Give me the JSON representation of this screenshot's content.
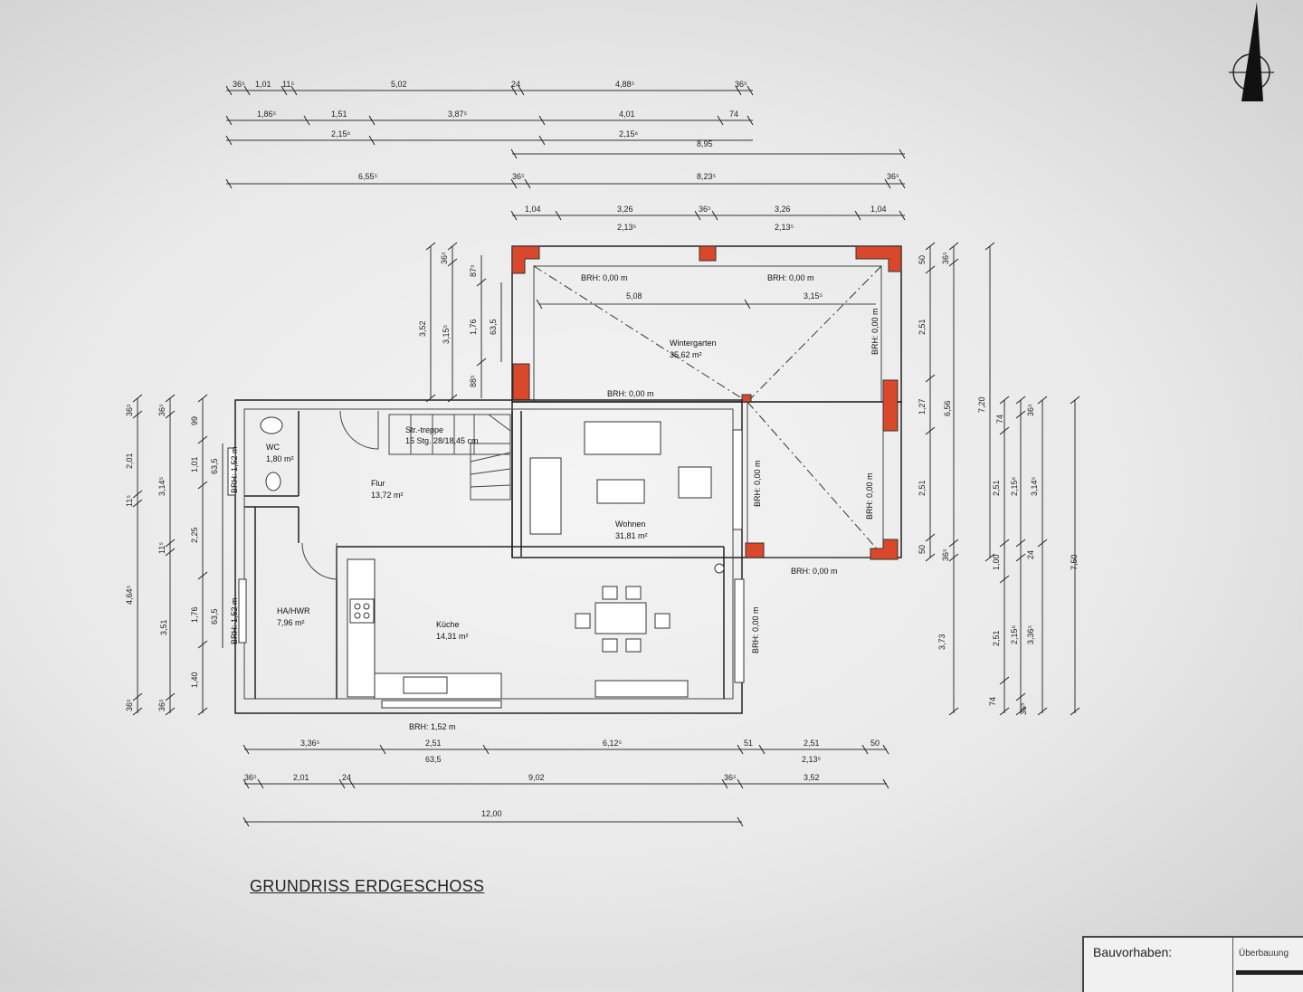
{
  "title": "GRUNDRISS ERDGESCHOSS",
  "info": {
    "label": "Bauvorhaben:",
    "sub": "Überbauung"
  },
  "rooms": {
    "wc": {
      "name": "WC",
      "area": "1,80 m²"
    },
    "flur": {
      "name": "Flur",
      "area": "13,72 m²"
    },
    "stair": {
      "name": "Str.-treppe",
      "info": "15 Stg. 28/18,45 cm"
    },
    "wohnen": {
      "name": "Wohnen",
      "area": "31,81 m²"
    },
    "wintergarten": {
      "name": "Wintergarten",
      "area": "35,62 m²"
    },
    "hahwr": {
      "name": "HA/HWR",
      "area": "7,96 m²"
    },
    "kueche": {
      "name": "Küche",
      "area": "14,31 m²"
    }
  },
  "brh": {
    "wg_top_left": "BRH: 0,00 m",
    "wg_top_right": "BRH: 0,00 m",
    "wg_bottom_edge": "BRH: 0,00 m",
    "wg_right_upper": "BRH: 0,00 m",
    "wg_right_lower": "BRH: 0,00 m",
    "wg_left_inner": "BRH: 0,00 m",
    "wg_below": "BRH: 0,00 m",
    "kitchen_right": "BRH: 0,00 m",
    "wc_window": "BRH: 1,52 m",
    "hwr_window": "BRH: 1,52 m",
    "kitchen_bottom": "BRH: 1,52 m"
  },
  "dims_top": {
    "r1": [
      "36⁵",
      "1,01",
      "11⁵",
      "5,02",
      "24",
      "4,88⁵",
      "36⁵"
    ],
    "r2": [
      "1,86⁵",
      "1,51",
      "3,87⁵",
      "4,01",
      "74"
    ],
    "r3": [
      "2,15⁶",
      "2,15⁶",
      "8,95"
    ],
    "r4": [
      "6,55⁵",
      "36⁵",
      "8,23⁵",
      "36⁵"
    ],
    "r5": [
      "1,04",
      "3,26",
      "36⁵",
      "3,26",
      "1,04"
    ],
    "r6": [
      "2,13⁵",
      "2,13⁵"
    ]
  },
  "dims_bottom": {
    "r1": [
      "3,36⁵",
      "2,51",
      "6,12⁵",
      "51",
      "2,51",
      "50"
    ],
    "r2": [
      "63,5",
      "2,13⁵"
    ],
    "r3": [
      "36⁵",
      "2,01",
      "24",
      "9,02",
      "36⁵",
      "3,52"
    ],
    "r4": [
      "12,00"
    ]
  },
  "dims_left": {
    "c1": [
      "36⁵",
      "2,01",
      "11⁵",
      "4,64⁵",
      "36⁵"
    ],
    "c2": [
      "36⁵",
      "3,14⁵",
      "11⁵",
      "3,51",
      "36⁵"
    ],
    "c3": [
      "99",
      "1,01",
      "2,25",
      "1,76",
      "1,40"
    ],
    "c4": [
      "63,5",
      "63,5"
    ]
  },
  "dims_wg_left": {
    "c1": [
      "3,52"
    ],
    "c2": [
      "36⁵",
      "3,15⁵"
    ],
    "c3": [
      "87⁵",
      "1,76",
      "88⁵"
    ],
    "c4": [
      "63,5"
    ]
  },
  "dims_wg_inner": [
    "5,08",
    "3,15⁵"
  ],
  "dims_right": {
    "c1": [
      "50",
      "2,51",
      "1,27",
      "2,51",
      "50"
    ],
    "c2": [
      "36⁵",
      "6,56",
      "36⁵",
      "3,73"
    ],
    "c3": [
      "7,20"
    ],
    "c4": [
      "74",
      "2,51",
      "1,00",
      "2,51",
      "74"
    ],
    "c5": [
      "36⁵",
      "2,15⁶",
      "24",
      "2,15⁶",
      "36⁵"
    ],
    "c6": [
      "3,14⁵",
      "3,36⁵"
    ],
    "c7": [
      "7,50"
    ]
  }
}
